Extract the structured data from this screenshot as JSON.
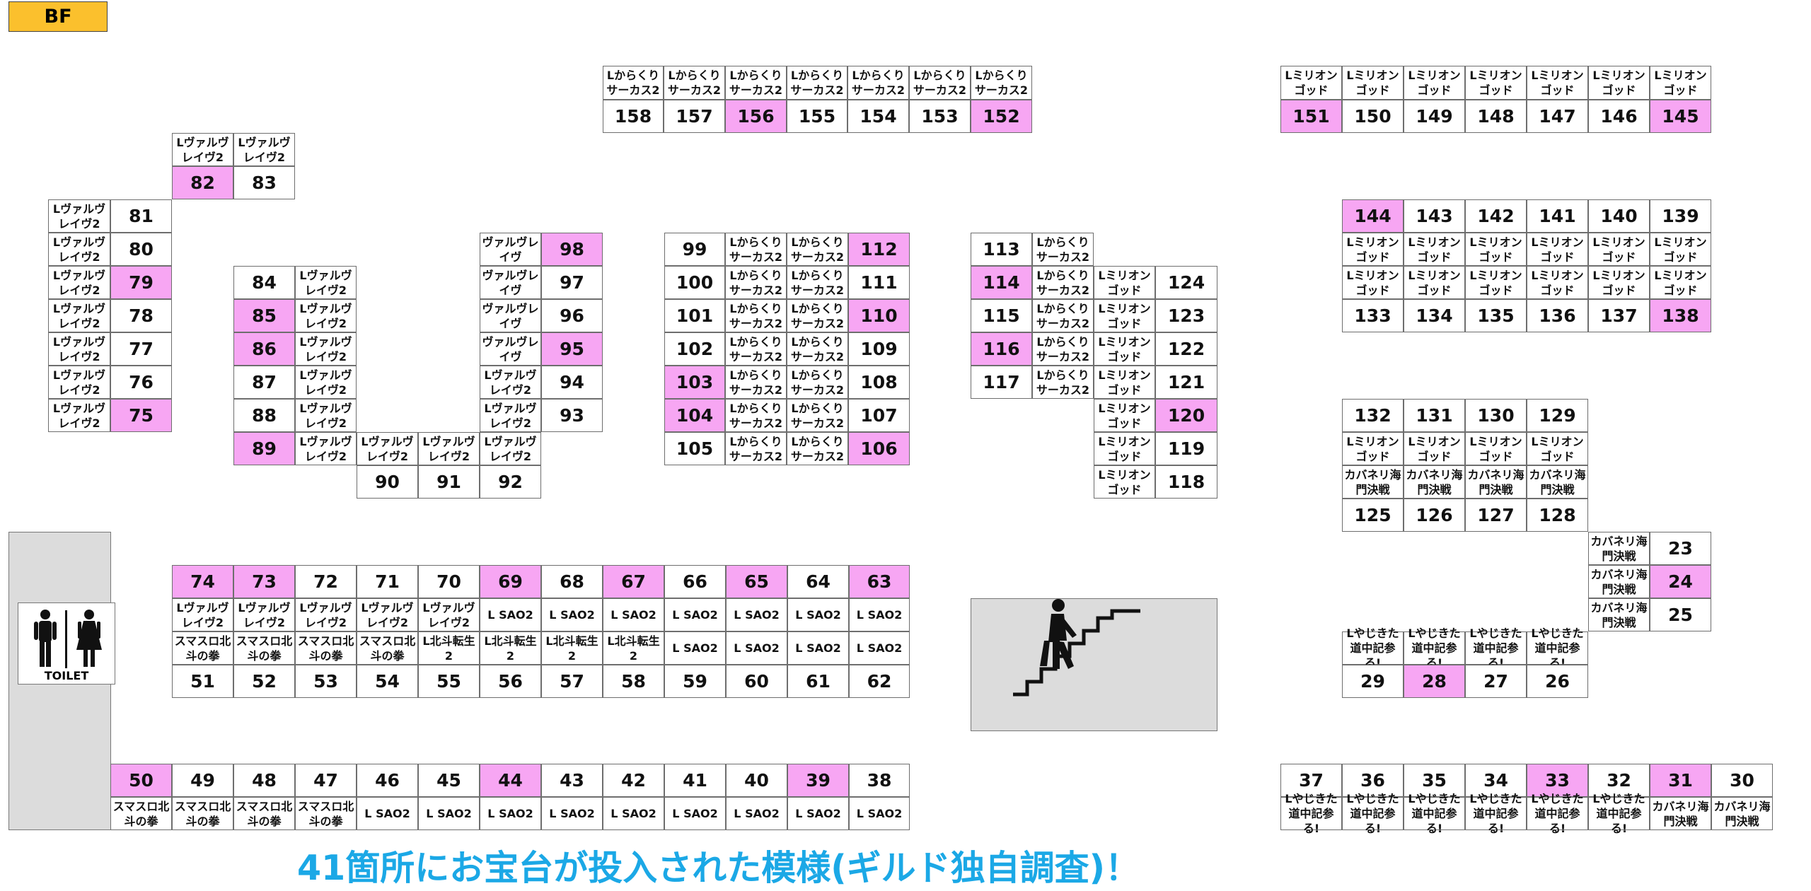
{
  "floor_badge": "BF",
  "toilet_label": "TOILET",
  "footer_note": "41箇所にお宝台が投入された模様(ギルド独自調査)！",
  "colors": {
    "highlight": "#f7a6f3",
    "badge": "#fbc02d",
    "note": "#1ba8e6",
    "area": "#dcdcdc"
  },
  "icons": {
    "toilet": "toilet-icon",
    "stairs": "stairs-icon"
  },
  "machines": {
    "lvalve": "Lヴァルヴ\nレイヴ2",
    "karakuri": "Lからくり\nサーカス2",
    "milion": "Lミリオン\nゴッド",
    "valvrave": "ヴァルヴレ\nイヴ",
    "sao": "L SAO2",
    "hokuto": "スマスロ北\n斗の拳",
    "tensei": "L北斗転生\n2",
    "kabaneri": "カバネリ海\n門決戦",
    "yaji": "Lやじきた\n道中記参る!"
  },
  "labels": [
    {
      "id": "b158",
      "text": "158"
    },
    {
      "id": "b157",
      "text": "157"
    },
    {
      "id": "b156",
      "text": "156"
    },
    {
      "id": "b155",
      "text": "155"
    },
    {
      "id": "b154",
      "text": "154"
    },
    {
      "id": "b153",
      "text": "153"
    },
    {
      "id": "b152",
      "text": "152"
    },
    {
      "id": "b151",
      "text": "151"
    },
    {
      "id": "b150",
      "text": "150"
    },
    {
      "id": "b149",
      "text": "149"
    },
    {
      "id": "b148",
      "text": "148"
    },
    {
      "id": "b147",
      "text": "147"
    },
    {
      "id": "b146",
      "text": "146"
    },
    {
      "id": "b145",
      "text": "145"
    },
    {
      "id": "b82",
      "text": "82"
    },
    {
      "id": "b83",
      "text": "83"
    },
    {
      "id": "b81",
      "text": "81"
    },
    {
      "id": "b80",
      "text": "80"
    },
    {
      "id": "b79",
      "text": "79"
    },
    {
      "id": "b78",
      "text": "78"
    },
    {
      "id": "b77",
      "text": "77"
    },
    {
      "id": "b76",
      "text": "76"
    },
    {
      "id": "b75",
      "text": "75"
    },
    {
      "id": "b84",
      "text": "84"
    },
    {
      "id": "b85",
      "text": "85"
    },
    {
      "id": "b86",
      "text": "86"
    },
    {
      "id": "b87",
      "text": "87"
    },
    {
      "id": "b88",
      "text": "88"
    },
    {
      "id": "b89",
      "text": "89"
    },
    {
      "id": "b90",
      "text": "90"
    },
    {
      "id": "b91",
      "text": "91"
    },
    {
      "id": "b92",
      "text": "92"
    },
    {
      "id": "b98",
      "text": "98"
    },
    {
      "id": "b97",
      "text": "97"
    },
    {
      "id": "b96",
      "text": "96"
    },
    {
      "id": "b95",
      "text": "95"
    },
    {
      "id": "b94",
      "text": "94"
    },
    {
      "id": "b93",
      "text": "93"
    },
    {
      "id": "b99",
      "text": "99"
    },
    {
      "id": "b100",
      "text": "100"
    },
    {
      "id": "b101",
      "text": "101"
    },
    {
      "id": "b102",
      "text": "102"
    },
    {
      "id": "b103",
      "text": "103"
    },
    {
      "id": "b104",
      "text": "104"
    },
    {
      "id": "b105",
      "text": "105"
    },
    {
      "id": "b112",
      "text": "112"
    },
    {
      "id": "b111",
      "text": "111"
    },
    {
      "id": "b110",
      "text": "110"
    },
    {
      "id": "b109",
      "text": "109"
    },
    {
      "id": "b108",
      "text": "108"
    },
    {
      "id": "b107",
      "text": "107"
    },
    {
      "id": "b106",
      "text": "106"
    },
    {
      "id": "b113",
      "text": "113"
    },
    {
      "id": "b114",
      "text": "114"
    },
    {
      "id": "b115",
      "text": "115"
    },
    {
      "id": "b116",
      "text": "116"
    },
    {
      "id": "b117",
      "text": "117"
    },
    {
      "id": "b124",
      "text": "124"
    },
    {
      "id": "b123",
      "text": "123"
    },
    {
      "id": "b122",
      "text": "122"
    },
    {
      "id": "b121",
      "text": "121"
    },
    {
      "id": "b120",
      "text": "120"
    },
    {
      "id": "b119",
      "text": "119"
    },
    {
      "id": "b118",
      "text": "118"
    },
    {
      "id": "b144",
      "text": "144"
    },
    {
      "id": "b143",
      "text": "143"
    },
    {
      "id": "b142",
      "text": "142"
    },
    {
      "id": "b141",
      "text": "141"
    },
    {
      "id": "b140",
      "text": "140"
    },
    {
      "id": "b139",
      "text": "139"
    },
    {
      "id": "b133",
      "text": "133"
    },
    {
      "id": "b134",
      "text": "134"
    },
    {
      "id": "b135",
      "text": "135"
    },
    {
      "id": "b136",
      "text": "136"
    },
    {
      "id": "b137",
      "text": "137"
    },
    {
      "id": "b138",
      "text": "138"
    },
    {
      "id": "b132",
      "text": "132"
    },
    {
      "id": "b131",
      "text": "131"
    },
    {
      "id": "b130",
      "text": "130"
    },
    {
      "id": "b129",
      "text": "129"
    },
    {
      "id": "b125",
      "text": "125"
    },
    {
      "id": "b126",
      "text": "126"
    },
    {
      "id": "b127",
      "text": "127"
    },
    {
      "id": "b128",
      "text": "128"
    },
    {
      "id": "b23",
      "text": "23"
    },
    {
      "id": "b24",
      "text": "24"
    },
    {
      "id": "b25",
      "text": "25"
    },
    {
      "id": "b29",
      "text": "29"
    },
    {
      "id": "b28",
      "text": "28"
    },
    {
      "id": "b27",
      "text": "27"
    },
    {
      "id": "b26",
      "text": "26"
    },
    {
      "id": "b74",
      "text": "74"
    },
    {
      "id": "b73",
      "text": "73"
    },
    {
      "id": "b72",
      "text": "72"
    },
    {
      "id": "b71",
      "text": "71"
    },
    {
      "id": "b70",
      "text": "70"
    },
    {
      "id": "b69",
      "text": "69"
    },
    {
      "id": "b68",
      "text": "68"
    },
    {
      "id": "b67",
      "text": "67"
    },
    {
      "id": "b66",
      "text": "66"
    },
    {
      "id": "b65",
      "text": "65"
    },
    {
      "id": "b64",
      "text": "64"
    },
    {
      "id": "b63",
      "text": "63"
    },
    {
      "id": "b51",
      "text": "51"
    },
    {
      "id": "b52",
      "text": "52"
    },
    {
      "id": "b53",
      "text": "53"
    },
    {
      "id": "b54",
      "text": "54"
    },
    {
      "id": "b55",
      "text": "55"
    },
    {
      "id": "b56",
      "text": "56"
    },
    {
      "id": "b57",
      "text": "57"
    },
    {
      "id": "b58",
      "text": "58"
    },
    {
      "id": "b59",
      "text": "59"
    },
    {
      "id": "b60",
      "text": "60"
    },
    {
      "id": "b61",
      "text": "61"
    },
    {
      "id": "b62",
      "text": "62"
    },
    {
      "id": "b50",
      "text": "50"
    },
    {
      "id": "b49",
      "text": "49"
    },
    {
      "id": "b48",
      "text": "48"
    },
    {
      "id": "b47",
      "text": "47"
    },
    {
      "id": "b46",
      "text": "46"
    },
    {
      "id": "b45",
      "text": "45"
    },
    {
      "id": "b44",
      "text": "44"
    },
    {
      "id": "b43",
      "text": "43"
    },
    {
      "id": "b42",
      "text": "42"
    },
    {
      "id": "b41",
      "text": "41"
    },
    {
      "id": "b40",
      "text": "40"
    },
    {
      "id": "b39",
      "text": "39"
    },
    {
      "id": "b38",
      "text": "38"
    },
    {
      "id": "b37",
      "text": "37"
    },
    {
      "id": "b36",
      "text": "36"
    },
    {
      "id": "b35",
      "text": "35"
    },
    {
      "id": "b34",
      "text": "34"
    },
    {
      "id": "b33",
      "text": "33"
    },
    {
      "id": "b32",
      "text": "32"
    },
    {
      "id": "b31",
      "text": "31"
    },
    {
      "id": "b30",
      "text": "30"
    }
  ],
  "highlighted": [
    "156",
    "152",
    "151",
    "145",
    "82",
    "79",
    "75",
    "85",
    "86",
    "89",
    "98",
    "95",
    "103",
    "104",
    "112",
    "110",
    "106",
    "114",
    "116",
    "120",
    "144",
    "138",
    "24",
    "28",
    "74",
    "73",
    "69",
    "67",
    "65",
    "63",
    "50",
    "44",
    "39",
    "33",
    "31"
  ]
}
